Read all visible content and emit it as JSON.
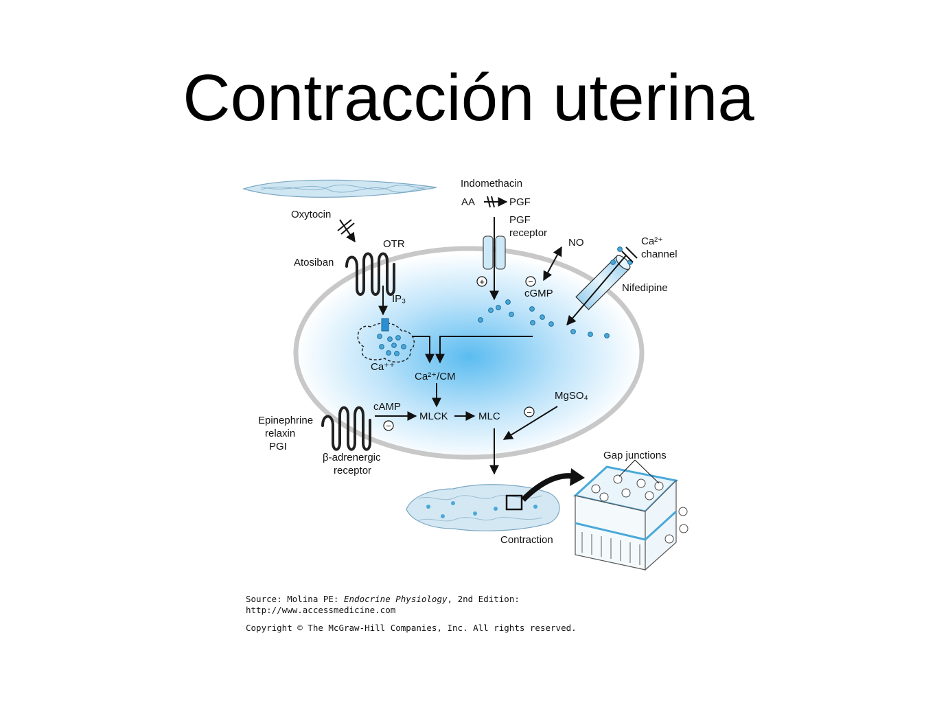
{
  "slide": {
    "title": "Contracción uterina"
  },
  "diagram": {
    "labels": {
      "indomethacin": "Indomethacin",
      "aa": "AA",
      "pgf": "PGF",
      "pgf_receptor_1": "PGF",
      "pgf_receptor_2": "receptor",
      "oxytocin": "Oxytocin",
      "otr": "OTR",
      "atosiban": "Atosiban",
      "no": "NO",
      "ca_channel_1": "Ca²⁺",
      "ca_channel_2": "channel",
      "nifedipine": "Nifedipine",
      "cgmp": "cGMP",
      "ip3": "IP₃",
      "ca_pp": "Ca⁺⁺",
      "ca_cm": "Ca²⁺/CM",
      "camp": "cAMP",
      "mlck": "MLCK",
      "mlc": "MLC",
      "mgso4": "MgSO₄",
      "epinephrine": "Epinephrine",
      "relaxin": "relaxin",
      "pgi": "PGI",
      "beta_receptor_1": "β-adrenergic",
      "beta_receptor_2": "receptor",
      "gap_junctions": "Gap junctions",
      "contraction": "Contraction",
      "plus_sign": "+",
      "minus_sign": "−"
    },
    "colors": {
      "cell_fill": "#5bbcf0",
      "membrane": "#c8c8c8",
      "dot": "#4aa8d8"
    }
  },
  "source": {
    "line1_prefix": "Source: Molina PE: ",
    "line1_book": "Endocrine Physiology",
    "line1_suffix": ", 2nd Edition:",
    "line2": "http://www.accessmedicine.com",
    "line3": "Copyright © The McGraw-Hill Companies, Inc. All rights reserved."
  }
}
